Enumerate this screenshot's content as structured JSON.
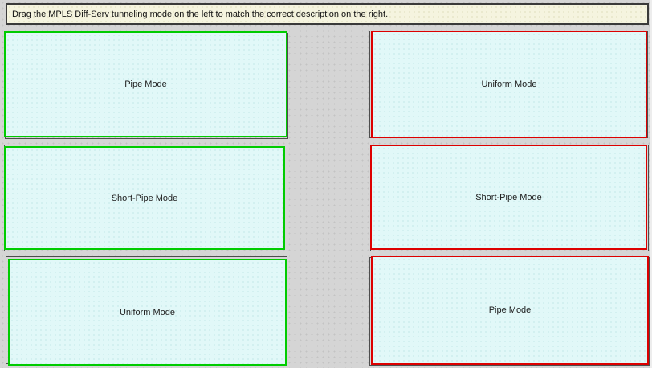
{
  "instruction": "Drag the MPLS Diff-Serv tunneling mode on the left to match the correct description on the right.",
  "colors": {
    "correct_green": "#00cc00",
    "incorrect_red": "#dd0000",
    "slot_outline": "#4d4d4d",
    "card_fill": "#e1f8f8",
    "canvas_background": "#d5d5d5",
    "instruction_fill": "#f5f4df"
  },
  "left_column": {
    "items": [
      {
        "label": "Pipe Mode",
        "border": "green"
      },
      {
        "label": "Short-Pipe Mode",
        "border": "green"
      },
      {
        "label": "Uniform Mode",
        "border": "green"
      }
    ]
  },
  "right_column": {
    "items": [
      {
        "label": "Uniform Mode",
        "border": "red"
      },
      {
        "label": "Short-Pipe Mode",
        "border": "red"
      },
      {
        "label": "Pipe Mode",
        "border": "red"
      }
    ]
  }
}
